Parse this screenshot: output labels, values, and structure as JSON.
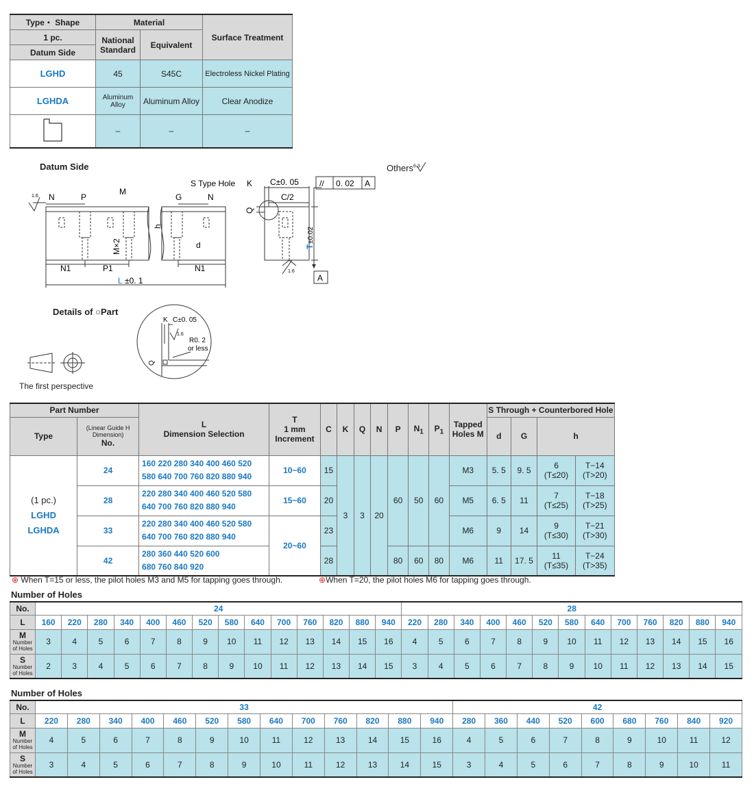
{
  "material_table": {
    "h_type_shape": "Type・ Shape",
    "h_1pc": "1 pc.",
    "h_datum_side": "Datum Side",
    "h_material": "Material",
    "h_national": "National Standard",
    "h_equivalent": "Equivalent",
    "h_surface": "Surface Treatment",
    "rows": [
      {
        "type": "LGHD",
        "national": "45",
        "equivalent": "S45C",
        "surface": "Electroless Nickel Plating"
      },
      {
        "type": "LGHDA",
        "national": "Aluminum Alloy",
        "equivalent": "Aluminum Alloy",
        "surface": "Clear Anodize"
      },
      {
        "type": "",
        "national": "–",
        "equivalent": "–",
        "surface": "–"
      }
    ]
  },
  "drawing": {
    "datum_side": "Datum Side",
    "others": "Others",
    "others_rough": "6.3",
    "rough_left": "1.6",
    "rough_bottom": "1.6",
    "rough_detail": "1.6",
    "s_type_hole": "S Type Hole",
    "n": "N",
    "p": "P",
    "m": "M",
    "g": "G",
    "h": "h",
    "d": "d",
    "mx2": "M×2",
    "n1": "N1",
    "p1": "P1",
    "l_tol": "L",
    "l_tol_val": "±0. 1",
    "k": "K",
    "c_tol": "C±0. 05",
    "c2": "C/2",
    "q": "Q",
    "t_tol": "T",
    "t_tol_val": "±0.02",
    "flatness": "//",
    "flatness_val": "0. 02",
    "datum_a": "A",
    "details": "Details of",
    "details_part": "Part",
    "detail_k": "K",
    "detail_c": "C±0. 05",
    "detail_r": "R0. 2",
    "detail_or_less": "or less",
    "detail_q": "Q",
    "first_perspective": "The first perspective"
  },
  "spec_table": {
    "h_part_number": "Part Number",
    "h_type": "Type",
    "h_linear_guide": "(Linear Guide H Dimension)",
    "h_no": "No.",
    "h_l": "L",
    "h_l_sub": "Dimension Selection",
    "h_t": "T",
    "h_t_sub": "1 mm Increment",
    "h_c": "C",
    "h_k": "K",
    "h_q": "Q",
    "h_n": "N",
    "h_p": "P",
    "h_n1": "N",
    "h_n1_sub": "1",
    "h_p1": "P",
    "h_p1_sub": "1",
    "h_tapped": "Tapped Holes M",
    "h_s_through": "S Through + Counterbored Hole",
    "h_d": "d",
    "h_g": "G",
    "h_h": "h",
    "type_1pc": "(1 pc.)",
    "type_lghd": "LGHD",
    "type_lghda": "LGHDA",
    "k_val": "3",
    "q_val": "3",
    "n_val": "20",
    "t_10_60": "10~60",
    "t_15_60": "15~60",
    "t_20_60": "20~60",
    "p_60": "60",
    "n1_50": "50",
    "p1_60": "60",
    "rows": [
      {
        "no": "24",
        "l1": "160 220 280 340 400 460 520",
        "l2": "580 640 700 760 820 880 940",
        "c": "15",
        "m": "M3",
        "d": "5. 5",
        "g": "9. 5",
        "h1a": "6",
        "h1b": "(T≤20)",
        "h2a": "T−14",
        "h2b": "(T>20)"
      },
      {
        "no": "28",
        "l1": "220 280 340 400 460 520 580",
        "l2": "640 700 760 820 880 940",
        "c": "20",
        "m": "M5",
        "d": "6. 5",
        "g": "11",
        "h1a": "7",
        "h1b": "(T≤25)",
        "h2a": "T−18",
        "h2b": "(T>25)"
      },
      {
        "no": "33",
        "l1": "220 280 340 400 460 520 580",
        "l2": "640 700 760 820 880 940",
        "c": "23",
        "m": "M6",
        "d": "9",
        "g": "14",
        "h1a": "9",
        "h1b": "(T≤30)",
        "h2a": "T−21",
        "h2b": "(T>30)"
      },
      {
        "no": "42",
        "l1": "280 360 440 520 600",
        "l2": "680 760 840 920",
        "c": "28",
        "p": "80",
        "n1": "60",
        "p1": "80",
        "m": "M6",
        "d": "11",
        "g": "17. 5",
        "h1a": "11",
        "h1b": "(T≤35)",
        "h2a": "T−24",
        "h2b": "(T>35)"
      }
    ]
  },
  "notes": {
    "note1": "When T=15 or less, the pilot holes M3 and M5 for tapping goes through.",
    "note2": "When T=20, the pilot holes M6 for tapping goes through.",
    "note_icon": "⊕"
  },
  "holes1": {
    "title": "Number of Holes",
    "h_no": "No.",
    "h_l": "L",
    "h_m": "M",
    "h_s": "S",
    "h_number_of_holes": "Number of Holes",
    "no_a": "24",
    "no_b": "28",
    "L": [
      "160",
      "220",
      "280",
      "340",
      "400",
      "460",
      "520",
      "580",
      "640",
      "700",
      "760",
      "820",
      "880",
      "940",
      "220",
      "280",
      "340",
      "400",
      "460",
      "520",
      "580",
      "640",
      "700",
      "760",
      "820",
      "880",
      "940"
    ],
    "M": [
      "3",
      "4",
      "5",
      "6",
      "7",
      "8",
      "9",
      "10",
      "11",
      "12",
      "13",
      "14",
      "15",
      "16",
      "4",
      "5",
      "6",
      "7",
      "8",
      "9",
      "10",
      "11",
      "12",
      "13",
      "14",
      "15",
      "16"
    ],
    "S": [
      "2",
      "3",
      "4",
      "5",
      "6",
      "7",
      "8",
      "9",
      "10",
      "11",
      "12",
      "13",
      "14",
      "15",
      "3",
      "4",
      "5",
      "6",
      "7",
      "8",
      "9",
      "10",
      "11",
      "12",
      "13",
      "14",
      "15"
    ]
  },
  "holes2": {
    "title": "Number of Holes",
    "h_no": "No.",
    "h_l": "L",
    "h_m": "M",
    "h_s": "S",
    "h_number_of_holes": "Number of Holes",
    "no_a": "33",
    "no_b": "42",
    "L": [
      "220",
      "280",
      "340",
      "400",
      "460",
      "520",
      "580",
      "640",
      "700",
      "760",
      "820",
      "880",
      "940",
      "280",
      "360",
      "440",
      "520",
      "600",
      "680",
      "760",
      "840",
      "920"
    ],
    "M": [
      "4",
      "5",
      "6",
      "7",
      "8",
      "9",
      "10",
      "11",
      "12",
      "13",
      "14",
      "15",
      "16",
      "4",
      "5",
      "6",
      "7",
      "8",
      "9",
      "10",
      "11",
      "12"
    ],
    "S": [
      "3",
      "4",
      "5",
      "6",
      "7",
      "8",
      "9",
      "10",
      "11",
      "12",
      "13",
      "14",
      "15",
      "3",
      "4",
      "5",
      "6",
      "7",
      "8",
      "9",
      "10",
      "11"
    ]
  }
}
